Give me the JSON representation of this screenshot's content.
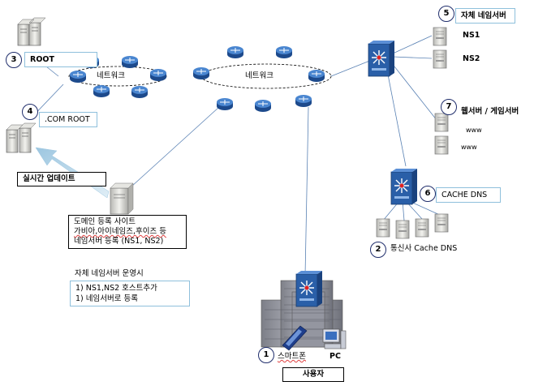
{
  "network_left": "네트워크",
  "network_center": "네트워크",
  "root": {
    "num": "3",
    "label": "ROOT"
  },
  "com_root": {
    "num": "4",
    "label": ".COM ROOT"
  },
  "own_ns": {
    "num": "5",
    "title": "자체 네임서버",
    "ns1": "NS1",
    "ns2": "NS2"
  },
  "web_server": {
    "num": "7",
    "title": "웹서버 / 게임서버",
    "www1": "www",
    "www2": "www"
  },
  "cache_dns": {
    "num": "6",
    "label": "CACHE DNS"
  },
  "isp_cache": {
    "num": "2",
    "label": "통신사 Cache DNS"
  },
  "realtime_update": "실시간 업데이트",
  "registrar": {
    "line1": "도메인 등록 사이트",
    "line2": "가비아,아이네임즈,후이즈 등",
    "line3": "네임서버 등록 (NS1, NS2)"
  },
  "self_ns_ops": {
    "title": "자체 네임서버 운영시",
    "item1": "1)  NS1,NS2 호스트추가",
    "item2": "1)  네임서버로 등록"
  },
  "user": {
    "num": "1",
    "smartphone": "스마트폰",
    "pc": "PC",
    "label": "사용자"
  },
  "colors": {
    "router": "#3a6fbf",
    "switch": "#2a5fa8",
    "server": "#d8d8d4",
    "circle": "#1f2d6b",
    "box_border": "#8fc0dc"
  }
}
